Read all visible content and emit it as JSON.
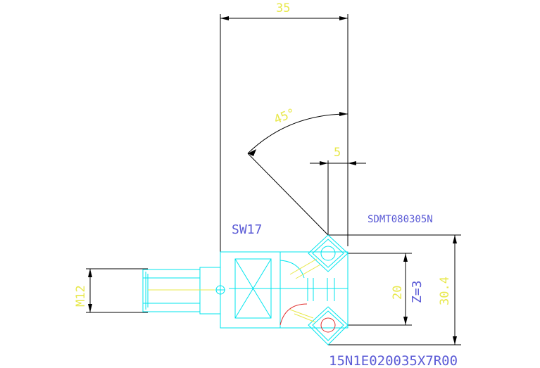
{
  "drawing": {
    "dimensions": {
      "width_top": "35",
      "angle": "45°",
      "offset": "5",
      "thread": "M12",
      "spacing": "20",
      "teeth": "Z=3",
      "height_right": "30.4"
    },
    "labels": {
      "wrench_size": "SW17",
      "insert_code": "SDMT080305N",
      "part_number": "15N1E020035X7R00"
    },
    "colors": {
      "outline": "#000000",
      "body": "#00e5ee",
      "dimension_text": "#e8e84a",
      "annotation_text": "#5b5bd6",
      "highlight": "#e03030",
      "hatch": "#e8e84a"
    }
  }
}
